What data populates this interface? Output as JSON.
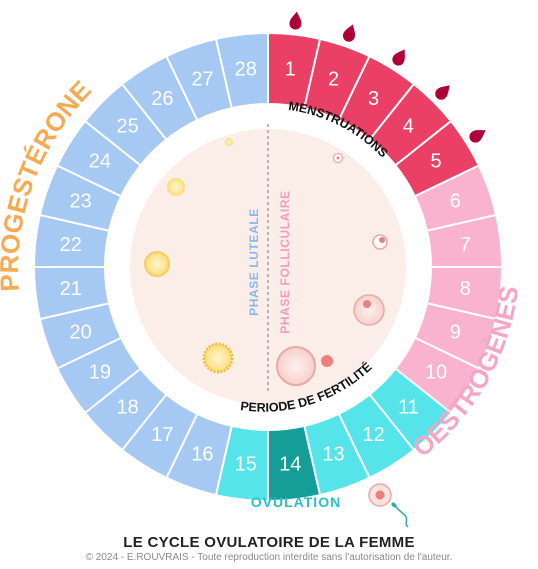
{
  "title": "LE CYCLE OVULATOIRE DE LA FEMME",
  "copyright": "© 2024 - E.ROUVRAIS - Toute reproduction interdite sans l'autorisation de l'auteur.",
  "hormones": {
    "progesterone": "PROGESTÉRONE",
    "oestrogenes": "OESTROGÈNES"
  },
  "phases": {
    "luteale": "PHASE  LUTEALE",
    "folliculaire": "PHASE  FOLLICULAIRE"
  },
  "arc_labels": {
    "menstruations": "MENSTRUATIONS",
    "fertilite": "PERIODE DE FERTILITÉ",
    "ovulation": "OVULATION"
  },
  "days": [
    {
      "label": "1",
      "kind": "menstruation"
    },
    {
      "label": "2",
      "kind": "menstruation"
    },
    {
      "label": "3",
      "kind": "menstruation"
    },
    {
      "label": "4",
      "kind": "menstruation"
    },
    {
      "label": "5",
      "kind": "menstruation"
    },
    {
      "label": "6",
      "kind": "follicular"
    },
    {
      "label": "7",
      "kind": "follicular"
    },
    {
      "label": "8",
      "kind": "follicular"
    },
    {
      "label": "9",
      "kind": "follicular"
    },
    {
      "label": "10",
      "kind": "follicular"
    },
    {
      "label": "11",
      "kind": "fertile"
    },
    {
      "label": "12",
      "kind": "fertile"
    },
    {
      "label": "13",
      "kind": "fertile"
    },
    {
      "label": "14",
      "kind": "ovulation"
    },
    {
      "label": "15",
      "kind": "fertile"
    },
    {
      "label": "16",
      "kind": "luteal"
    },
    {
      "label": "17",
      "kind": "luteal"
    },
    {
      "label": "18",
      "kind": "luteal"
    },
    {
      "label": "19",
      "kind": "luteal"
    },
    {
      "label": "20",
      "kind": "luteal"
    },
    {
      "label": "21",
      "kind": "luteal"
    },
    {
      "label": "22",
      "kind": "luteal"
    },
    {
      "label": "23",
      "kind": "luteal"
    },
    {
      "label": "24",
      "kind": "luteal"
    },
    {
      "label": "25",
      "kind": "luteal"
    },
    {
      "label": "26",
      "kind": "luteal"
    },
    {
      "label": "27",
      "kind": "luteal"
    },
    {
      "label": "28",
      "kind": "luteal"
    }
  ],
  "colors": {
    "menstruation": "#ea4065",
    "follicular": "#f9b3cf",
    "fertile": "#55e4ea",
    "ovulation": "#159e98",
    "luteal": "#a5c9f3",
    "inner_disc": "#fbeee8",
    "drop": "#b0003a",
    "progesterone_text": "#f7aa52",
    "oestrogenes_text": "#f5a6c6",
    "ovulation_text": "#26c2c8",
    "phase_luteale_text": "#8ab6ec",
    "phase_folliculaire_text": "#f49cc0"
  }
}
